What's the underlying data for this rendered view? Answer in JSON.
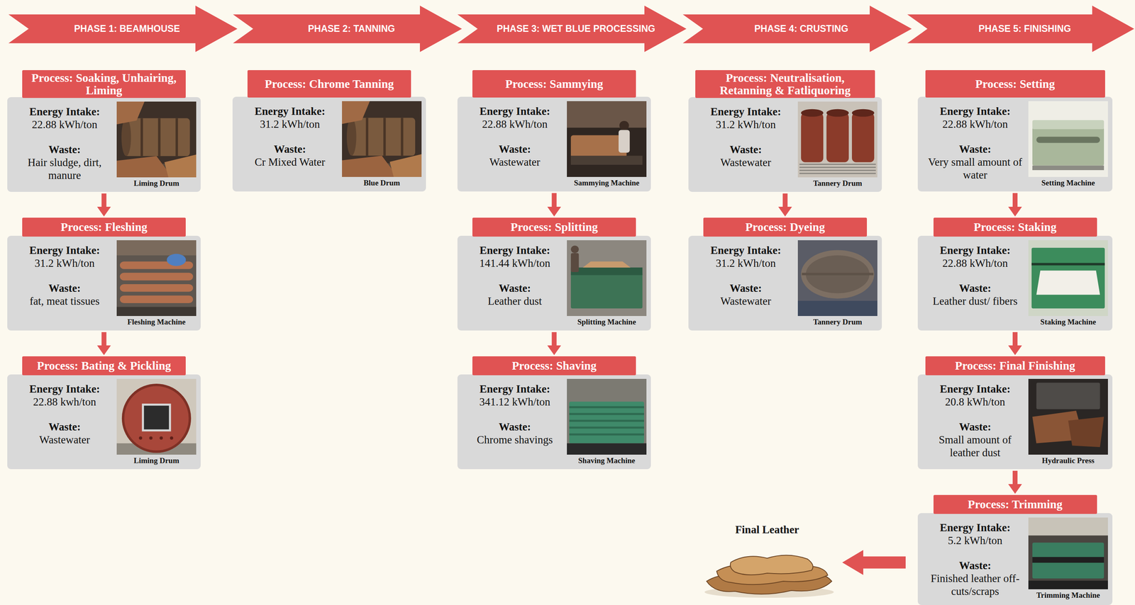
{
  "diagram": {
    "nodes": [
      {
        "text": [
          "PHASE 1: BEAMHOUSE"
        ]
      },
      {
        "text": [
          "PHASE 2: TANNING"
        ]
      },
      {
        "text": [
          "PHASE 3: WET BLUE PROCESSING"
        ]
      },
      {
        "text": [
          "PHASE 4: CRUSTING"
        ]
      },
      {
        "text": [
          "PHASE 5: FINISHING"
        ]
      },
      {
        "text": [
          "Process: Soaking, Unhairing, Liming",
          "Energy Intake:",
          "22.88 kWh/ton",
          "Waste:",
          "Hair sludge, dirt, manure",
          "Liming Drum"
        ]
      },
      {
        "text": [
          "Process: Fleshing",
          "Energy Intake:",
          "31.2 kWh/ton",
          "Waste:",
          "fat, meat tissues",
          "Fleshing Machine"
        ]
      },
      {
        "text": [
          "Process: Bating & Pickling",
          "Energy Intake:",
          "22.88 kwh/ton",
          "Waste:",
          "Wastewater",
          "Liming Drum"
        ]
      },
      {
        "text": [
          "Process: Chrome Tanning",
          "Energy Intake:",
          "31.2 kWh/ton",
          "Waste:",
          "Cr Mixed Water",
          "Blue Drum"
        ]
      },
      {
        "text": [
          "Process: Sammying",
          "Energy Intake:",
          "22.88 kWh/ton",
          "Waste:",
          "Wastewater",
          "Sammying Machine"
        ]
      },
      {
        "text": [
          "Process: Splitting",
          "Energy Intake:",
          "141.44 kWh/ton",
          "Waste:",
          "Leather dust",
          "Splitting Machine"
        ]
      },
      {
        "text": [
          "Process: Shaving",
          "Energy Intake:",
          "341.12 kWh/ton",
          "Waste:",
          "Chrome shavings",
          "Shaving Machine"
        ]
      },
      {
        "text": [
          "Process: Neutralisation, Retanning & Fatliquoring",
          "Energy Intake:",
          "31.2 kWh/ton",
          "Waste:",
          "Wastewater",
          "Tannery Drum"
        ]
      },
      {
        "text": [
          "Process: Dyeing",
          "Energy Intake:",
          "31.2 kWh/ton",
          "Waste:",
          "Wastewater",
          "Tannery Drum"
        ]
      },
      {
        "text": [
          "Process: Setting",
          "Energy Intake:",
          "22.88 kWh/ton",
          "Waste:",
          "Very small amount of water",
          "Setting Machine"
        ]
      },
      {
        "text": [
          "Process: Staking",
          "Energy Intake:",
          "22.88 kWh/ton",
          "Waste:",
          "Leather dust/ fibers",
          "Staking Machine"
        ]
      },
      {
        "text": [
          "Process: Final Finishing",
          "Energy Intake:",
          "20.8 kWh/ton",
          "Waste:",
          "Small amount of leather dust",
          "Hydraulic Press"
        ]
      },
      {
        "text": [
          "Process: Trimming",
          "Energy Intake:",
          "5.2 kWh/ton",
          "Waste:",
          "Finished leather off-cuts/scraps",
          "Trimming Machine"
        ]
      },
      {
        "text": [
          "Final Leather"
        ]
      }
    ],
    "edges": [
      {
        "from": 5,
        "to": 6,
        "arrow": "to"
      },
      {
        "from": 6,
        "to": 7,
        "arrow": "to"
      },
      {
        "from": 9,
        "to": 10,
        "arrow": "to"
      },
      {
        "from": 10,
        "to": 11,
        "arrow": "to"
      },
      {
        "from": 12,
        "to": 13,
        "arrow": "to"
      },
      {
        "from": 14,
        "to": 15,
        "arrow": "to"
      },
      {
        "from": 15,
        "to": 16,
        "arrow": "to"
      },
      {
        "from": 16,
        "to": 17,
        "arrow": "to"
      },
      {
        "from": 17,
        "to": 18,
        "arrow": "to"
      }
    ]
  }
}
